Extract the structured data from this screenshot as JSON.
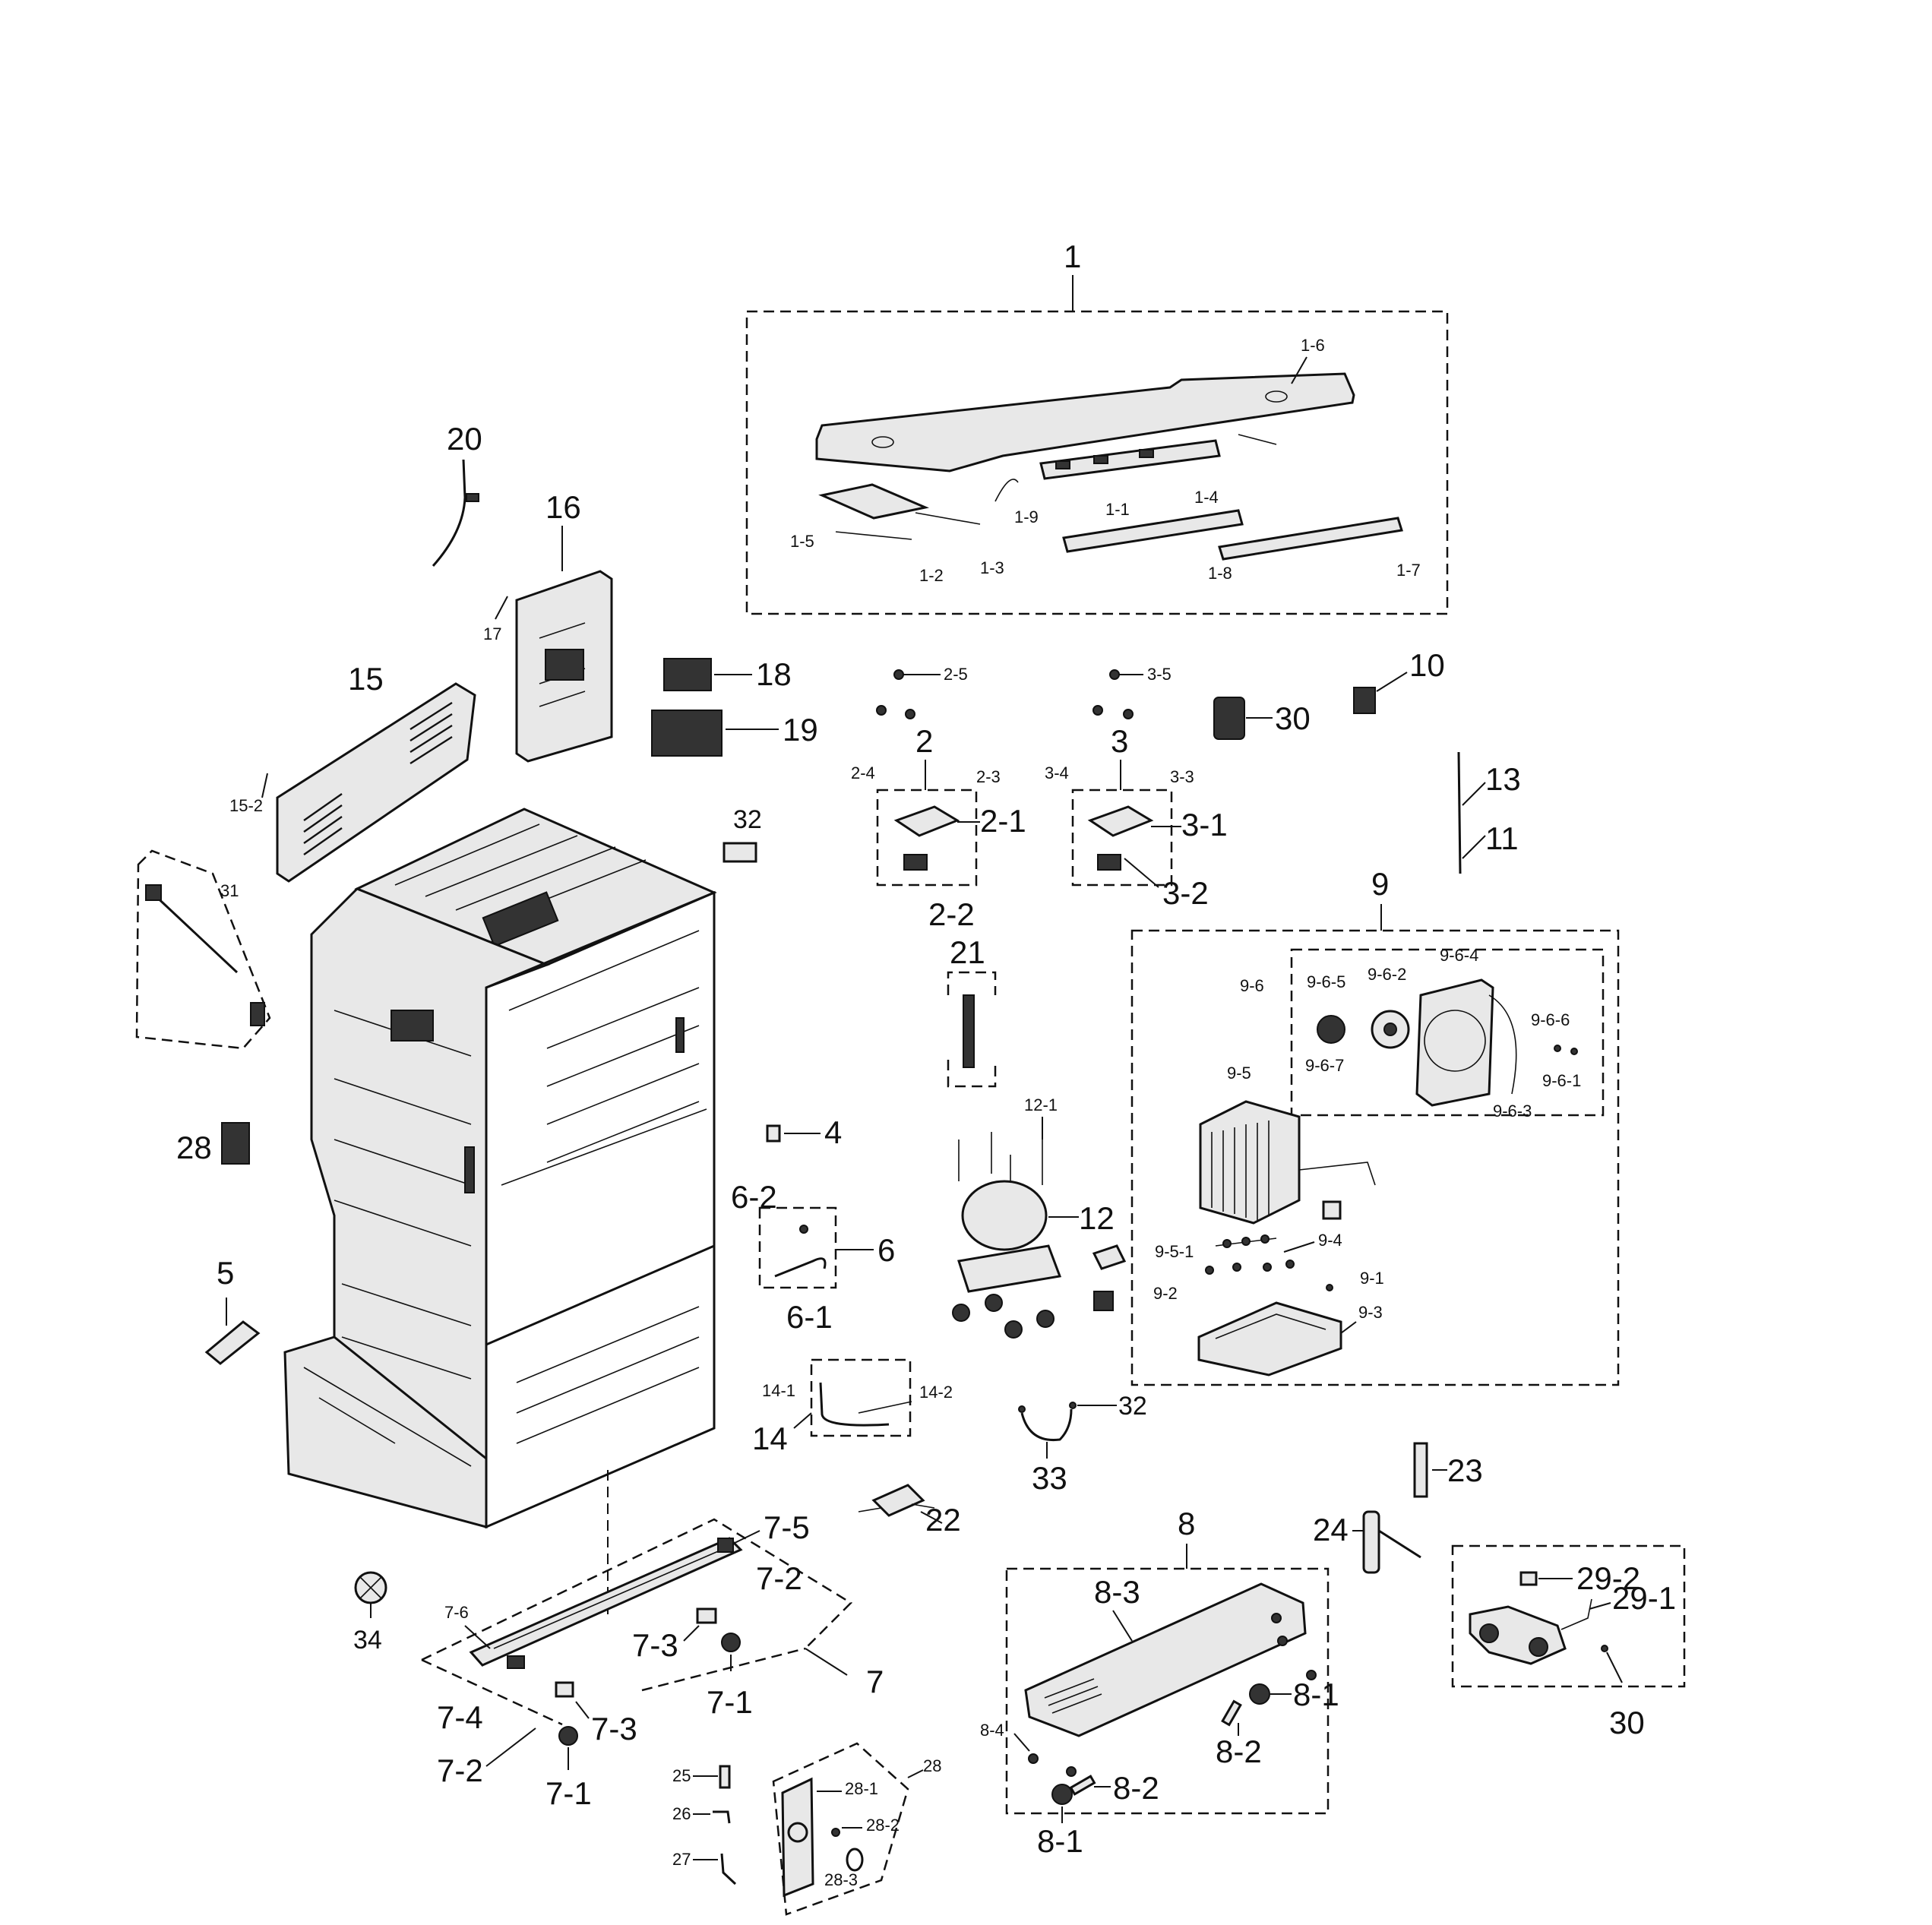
{
  "callouts": {
    "c1": "1",
    "c1_1": "1-1",
    "c1_2": "1-2",
    "c1_3": "1-3",
    "c1_4": "1-4",
    "c1_5": "1-5",
    "c1_6": "1-6",
    "c1_7": "1-7",
    "c1_8": "1-8",
    "c1_9": "1-9",
    "c2": "2",
    "c2_1": "2-1",
    "c2_2": "2-2",
    "c2_3": "2-3",
    "c2_4": "2-4",
    "c2_5": "2-5",
    "c3": "3",
    "c3_1": "3-1",
    "c3_2": "3-2",
    "c3_3": "3-3",
    "c3_4": "3-4",
    "c3_5": "3-5",
    "c4": "4",
    "c5": "5",
    "c6": "6",
    "c6_1": "6-1",
    "c6_2": "6-2",
    "c7": "7",
    "c7_1a": "7-1",
    "c7_1b": "7-1",
    "c7_2a": "7-2",
    "c7_2b": "7-2",
    "c7_3a": "7-3",
    "c7_3b": "7-3",
    "c7_4": "7-4",
    "c7_5": "7-5",
    "c7_6": "7-6",
    "c8": "8",
    "c8_1a": "8-1",
    "c8_1b": "8-1",
    "c8_2a": "8-2",
    "c8_2b": "8-2",
    "c8_3": "8-3",
    "c8_4": "8-4",
    "c9": "9",
    "c9_1": "9-1",
    "c9_2": "9-2",
    "c9_3": "9-3",
    "c9_4": "9-4",
    "c9_5": "9-5",
    "c9_5_1": "9-5-1",
    "c9_6": "9-6",
    "c9_6_1": "9-6-1",
    "c9_6_2": "9-6-2",
    "c9_6_3": "9-6-3",
    "c9_6_4": "9-6-4",
    "c9_6_5": "9-6-5",
    "c9_6_6": "9-6-6",
    "c9_6_7": "9-6-7",
    "c10": "10",
    "c11": "11",
    "c12": "12",
    "c12_1": "12-1",
    "c13": "13",
    "c14": "14",
    "c14_1": "14-1",
    "c14_2": "14-2",
    "c15": "15",
    "c15_2": "15-2",
    "c16": "16",
    "c17": "17",
    "c18": "18",
    "c19": "19",
    "c20": "20",
    "c21": "21",
    "c22": "22",
    "c23": "23",
    "c24": "24",
    "c25": "25",
    "c26": "26",
    "c27": "27",
    "c28a": "28",
    "c28b": "28",
    "c28_1": "28-1",
    "c28_2": "28-2",
    "c28_3": "28-3",
    "c29_1": "29-1",
    "c29_2": "29-2",
    "c30a": "30",
    "c30b": "30",
    "c31": "31",
    "c32a": "32",
    "c32b": "32",
    "c33": "33",
    "c34": "34"
  }
}
